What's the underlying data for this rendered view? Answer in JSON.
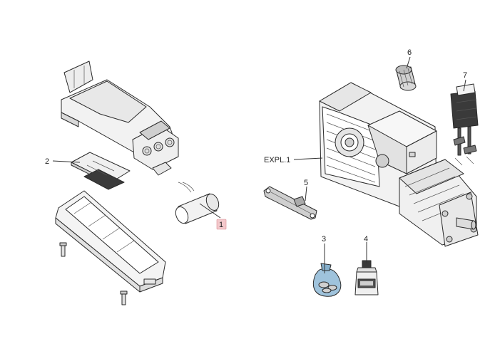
{
  "callouts": {
    "c1": "1",
    "c2": "2",
    "c3": "3",
    "c4": "4",
    "c5": "5",
    "c6": "6",
    "c7": "7",
    "expl": "EXPL.1"
  },
  "colors": {
    "line": "#2a2a2a",
    "highlight": "#f3c9cc",
    "bag": "#9fc3dc",
    "metal": "#d9d9d9",
    "dark": "#3a3a3a"
  }
}
